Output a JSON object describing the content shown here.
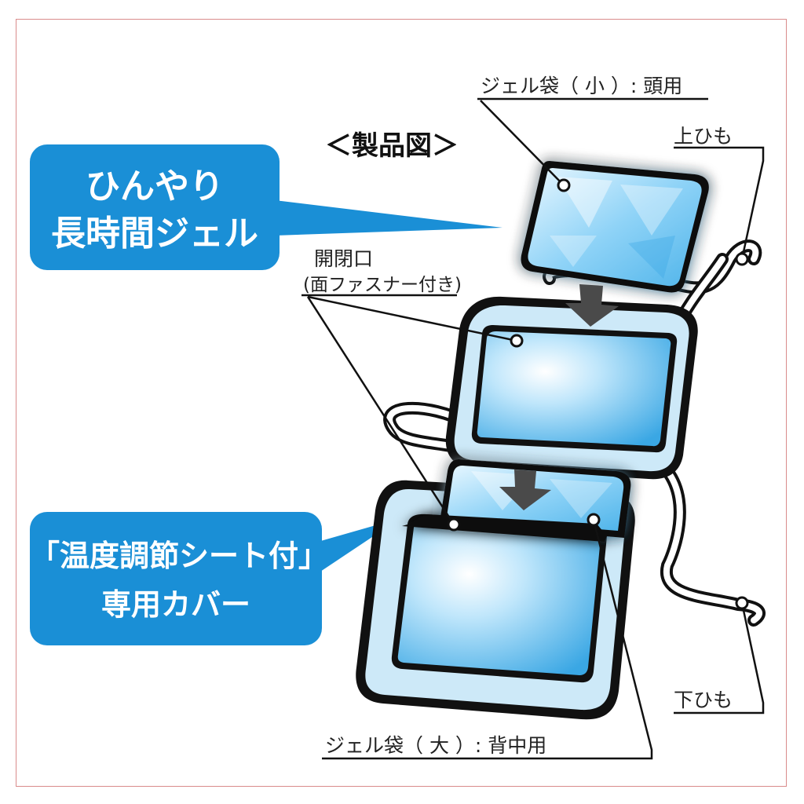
{
  "title": "＜製品図＞",
  "callouts": {
    "gel_line1": "ひんやり",
    "gel_line2": "長時間ジェル",
    "cover_line1": "「温度調節シート付」",
    "cover_line2": "専用カバー"
  },
  "labels": {
    "gel_small": "ジェル袋（ 小 ）: 頭用",
    "upper_string": "上ひも",
    "opening_line1": "開閉口",
    "opening_line2": "(面ファスナー付き)",
    "lower_string": "下ひも",
    "gel_large": "ジェル袋（ 大 ）: 背中用"
  },
  "colors": {
    "callout_blue": "#1a8fd6",
    "gel_light": "#bfe6fb",
    "gel_mid": "#6cc4f2",
    "outline": "#111111",
    "arrow": "#4a4a4a"
  }
}
